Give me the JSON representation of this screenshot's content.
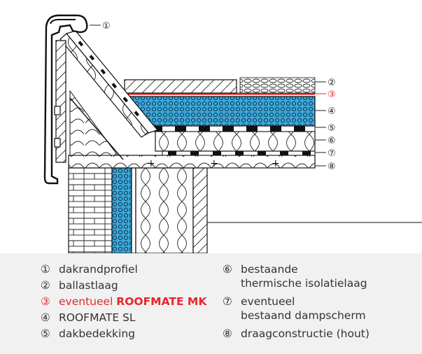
{
  "callouts": [
    "①",
    "②",
    "③",
    "④",
    "⑤",
    "⑥",
    "⑦",
    "⑧"
  ],
  "legend": [
    {
      "num": "①",
      "text": "dakrandprofiel"
    },
    {
      "num": "②",
      "text": "ballastlaag"
    },
    {
      "num": "③",
      "text": "eventueel ",
      "strong": "ROOFMATE MK"
    },
    {
      "num": "④",
      "text": "ROOFMATE SL"
    },
    {
      "num": "⑤",
      "text": "dakbedekking"
    },
    {
      "num": "⑥",
      "text": "bestaande",
      "text2": "thermische isolatielaag"
    },
    {
      "num": "⑦",
      "text": "eventueel",
      "text2": "bestaand dampscherm"
    },
    {
      "num": "⑧",
      "text": "draagconstructie (hout)"
    }
  ],
  "colors": {
    "accent_red": "#e8262b",
    "xps_blue": "#3ba7d8",
    "legend_bg": "#f1f1f1",
    "ink": "#1a1a1a"
  }
}
